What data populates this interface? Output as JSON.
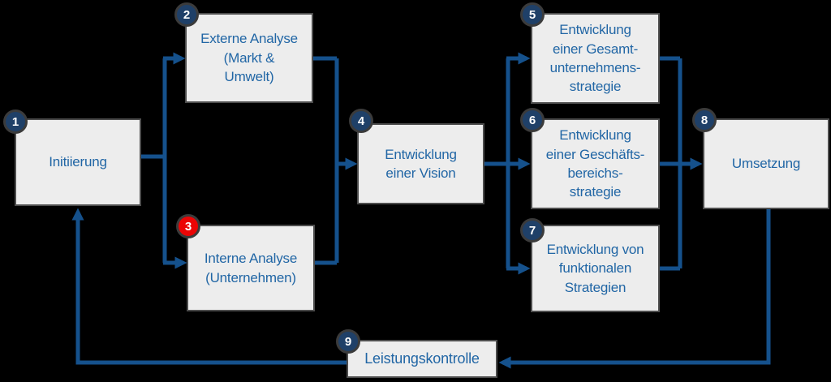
{
  "colors": {
    "background": "#000000",
    "connector": "#15518C",
    "box_fill": "#EDEDED",
    "box_border": "#4D4D4D",
    "box_text": "#2166A5",
    "badge_navy": "#1F4068",
    "badge_red": "#EB0505",
    "badge_ring": "#3B3B3B",
    "badge_text": "#FFFFFF"
  },
  "nodes": [
    {
      "number": "1",
      "label": "Initiierung",
      "badge_color": "#1F4068"
    },
    {
      "number": "2",
      "label": "Externe Analyse\n(Markt &\nUmwelt)",
      "badge_color": "#1F4068"
    },
    {
      "number": "3",
      "label": "Interne Analyse\n(Unternehmen)",
      "badge_color": "#EB0505"
    },
    {
      "number": "4",
      "label": "Entwicklung\neiner Vision",
      "badge_color": "#1F4068"
    },
    {
      "number": "5",
      "label": "Entwicklung\neiner Gesamt-\nunternehmens-\nstrategie",
      "badge_color": "#1F4068"
    },
    {
      "number": "6",
      "label": "Entwicklung\neiner Geschäfts-\nbereichs-\nstrategie",
      "badge_color": "#1F4068"
    },
    {
      "number": "7",
      "label": "Entwicklung von\nfunktionalen\nStrategien",
      "badge_color": "#1F4068"
    },
    {
      "number": "8",
      "label": "Umsetzung",
      "badge_color": "#1F4068"
    },
    {
      "number": "9",
      "label": "Leistungskontrolle",
      "badge_color": "#1F4068"
    }
  ]
}
